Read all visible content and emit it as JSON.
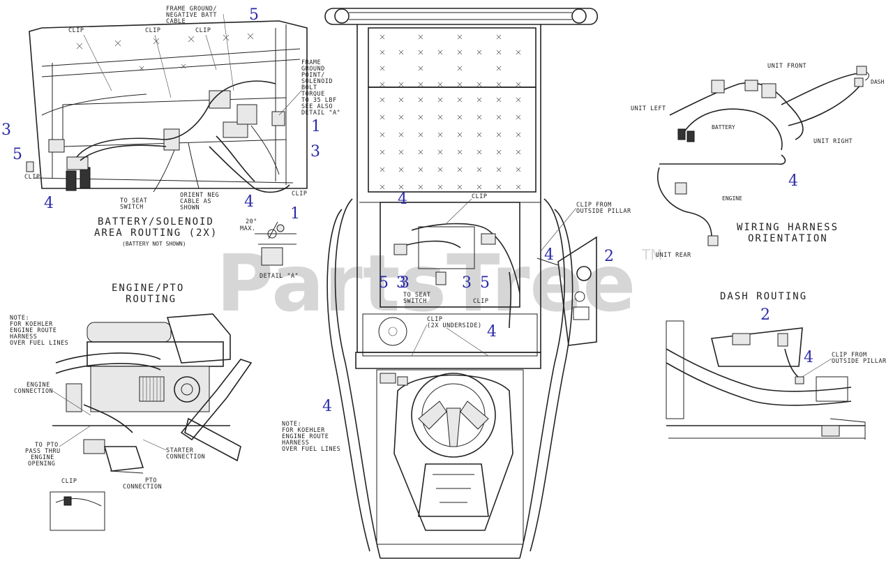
{
  "watermark": {
    "text": "PartsTree",
    "trademark": "TM"
  },
  "sections": {
    "battery": {
      "title": "BATTERY/SOLENOID",
      "title2": "AREA ROUTING (2X)",
      "subtitle": "(BATTERY NOT SHOWN)",
      "labels": {
        "clip1": "CLIP",
        "clip2": "CLIP",
        "clip3": "CLIP",
        "clip4": "CLIP",
        "clip5": "CLIP",
        "frame_ground_1": "FRAME GROUND/",
        "frame_ground_2": "NEGATIVE BATT",
        "frame_ground_3": "CABLE",
        "fg_point_1": "FRAME",
        "fg_point_2": "GROUND",
        "fg_point_3": "POINT/",
        "fg_point_4": "SOLENOID",
        "fg_point_5": "BOLT",
        "fg_point_6": "TORQUE",
        "fg_point_7": "TO 35 LBF",
        "fg_point_8": "SEE ALSO",
        "fg_point_9": "DETAIL \"A\"",
        "to_seat_1": "TO SEAT",
        "to_seat_2": "SWITCH",
        "orient_1": "ORIENT NEG",
        "orient_2": "CABLE AS",
        "orient_3": "SHOWN",
        "detail_a": "DETAIL \"A\"",
        "angle_1": "20°",
        "angle_2": "MAX."
      }
    },
    "engine": {
      "title": "ENGINE/PTO",
      "title2": "ROUTING",
      "note_1": "NOTE:",
      "note_2": "FOR KOEHLER",
      "note_3": "ENGINE ROUTE",
      "note_4": "HARNESS",
      "note_5": "OVER FUEL LINES",
      "engine_conn_1": "ENGINE",
      "engine_conn_2": "CONNECTION",
      "pto_pass_1": "TO PTO",
      "pto_pass_2": "PASS THRU",
      "pto_pass_3": "ENGINE",
      "pto_pass_4": "OPENING",
      "starter_1": "STARTER",
      "starter_2": "CONNECTION",
      "clip": "CLIP",
      "pto_conn_1": "PTO",
      "pto_conn_2": "CONNECTION"
    },
    "center": {
      "clip_top": "CLIP",
      "clip_from_1": "CLIP FROM",
      "clip_from_2": "OUTSIDE PILLAR",
      "to_seat_1": "TO SEAT",
      "to_seat_2": "SWITCH",
      "clip_mid": "CLIP",
      "clip_under_1": "CLIP",
      "clip_under_2": "(2X UNDERSIDE)",
      "note_1": "NOTE:",
      "note_2": "FOR KOEHLER",
      "note_3": "ENGINE ROUTE",
      "note_4": "HARNESS",
      "note_5": "OVER FUEL LINES"
    },
    "harness": {
      "title": "WIRING HARNESS",
      "title2": "ORIENTATION",
      "unit_front": "UNIT FRONT",
      "unit_left": "UNIT LEFT",
      "unit_right": "UNIT RIGHT",
      "unit_rear": "UNIT REAR",
      "battery": "BATTERY",
      "engine": "ENGINE",
      "dash": "DASH"
    },
    "dash": {
      "title": "DASH ROUTING",
      "clip_from_1": "CLIP FROM",
      "clip_from_2": "OUTSIDE PILLAR"
    }
  },
  "callouts": [
    "5",
    "3",
    "5",
    "4",
    "1",
    "3",
    "4",
    "1",
    "4",
    "3",
    "5",
    "3",
    "5",
    "3",
    "2",
    "4",
    "4",
    "4",
    "2",
    "4",
    "4"
  ]
}
